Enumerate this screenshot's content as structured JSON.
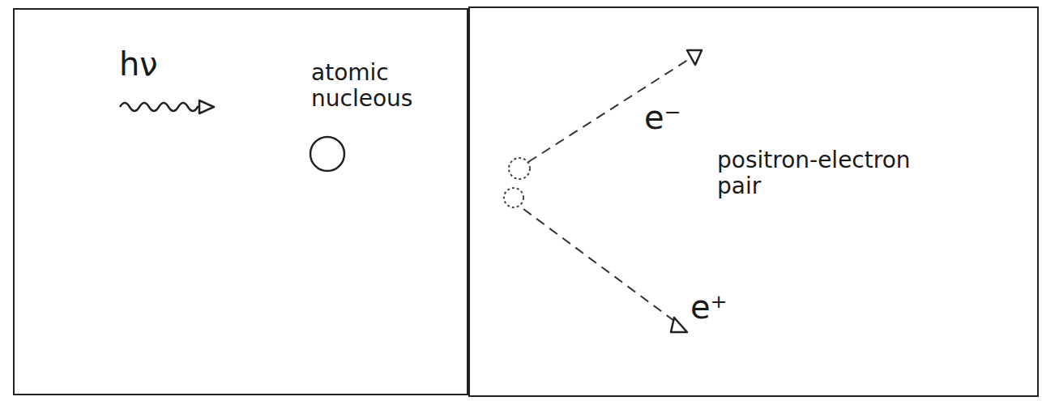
{
  "diagram": {
    "nodes": [
      {
        "text": [
          "hν"
        ]
      },
      {
        "text": [
          "atomic nucleous"
        ],
        "in": 0
      },
      {
        "text": [
          "e⁻",
          "positron-electron pair",
          "e⁺"
        ]
      }
    ]
  }
}
